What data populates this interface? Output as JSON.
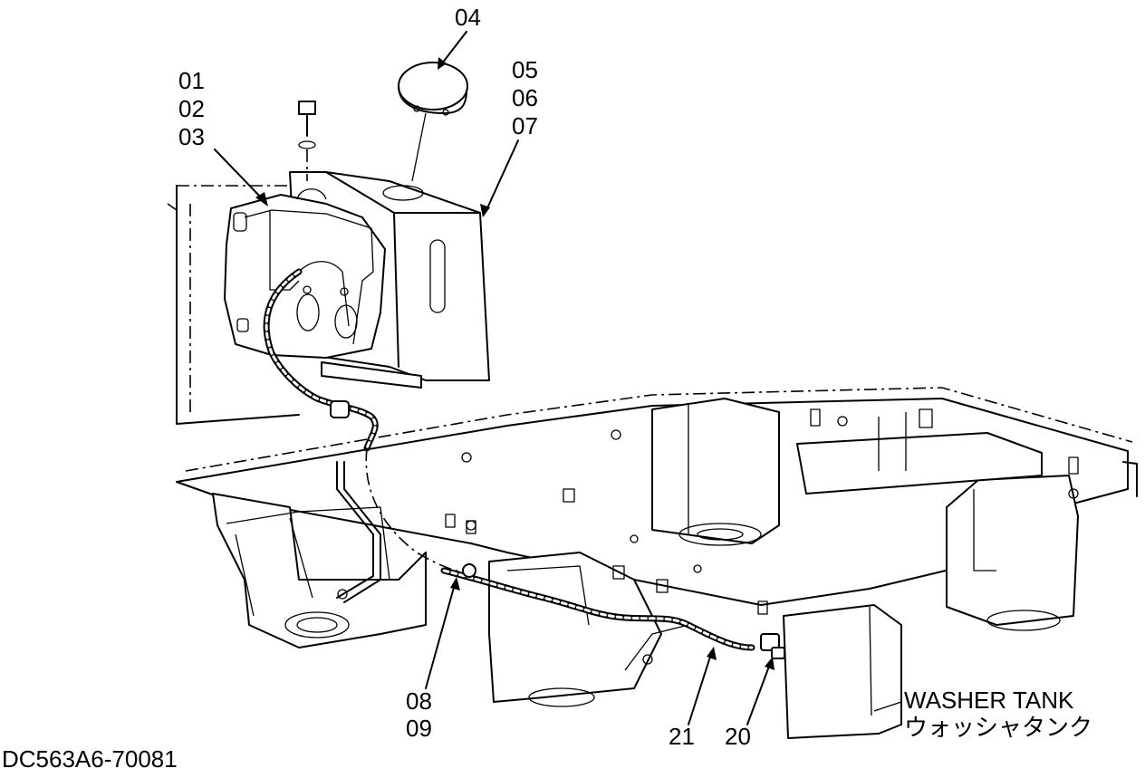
{
  "figure_id": "DC563A6-70081",
  "callouts": {
    "c01": "01",
    "c02": "02",
    "c03": "03",
    "c04": "04",
    "c05": "05",
    "c06": "06",
    "c07": "07",
    "c08": "08",
    "c09": "09",
    "c20": "20",
    "c21": "21"
  },
  "caption": {
    "english": "WASHER TANK",
    "japanese": "ウォッシャタンク"
  }
}
